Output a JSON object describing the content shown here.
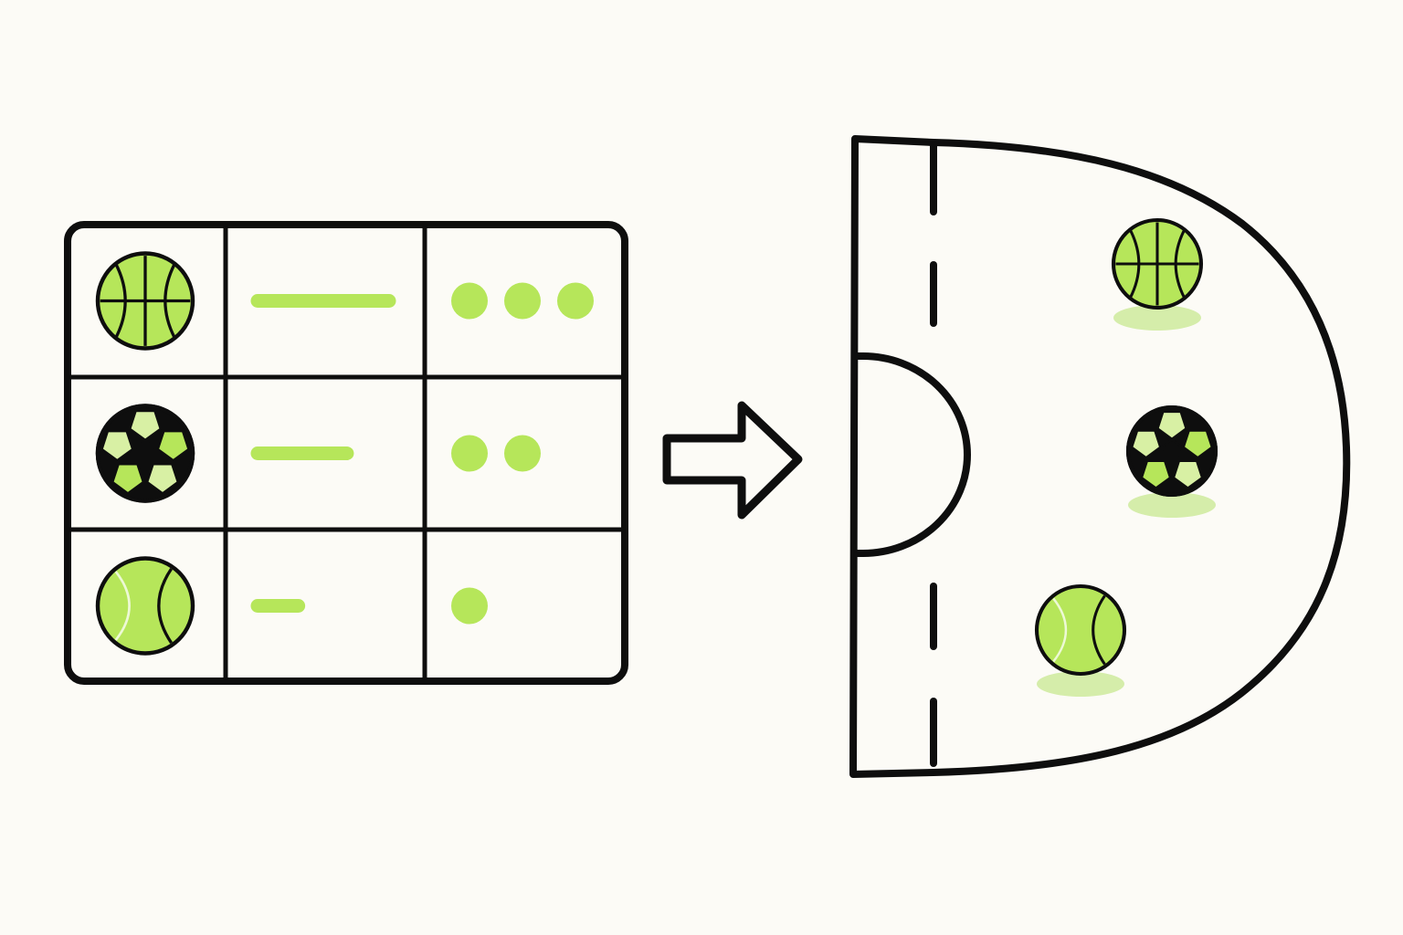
{
  "colors": {
    "background": "#FCFBF6",
    "ink": "#0E0E0E",
    "accent": "#B6E65A",
    "accent_light": "#D8F0A4",
    "shadow": "#D5EDAA"
  },
  "table": {
    "rows": [
      {
        "icon": "basketball-icon",
        "bar_fraction": 1.0,
        "dot_count": 3
      },
      {
        "icon": "soccer-ball-icon",
        "bar_fraction": 0.68,
        "dot_count": 2
      },
      {
        "icon": "tennis-ball-icon",
        "bar_fraction": 0.31,
        "dot_count": 1
      }
    ]
  },
  "arrow": {
    "icon": "right-arrow-icon",
    "direction": "right"
  },
  "court": {
    "icon": "half-court-icon",
    "balls": [
      "basketball-icon",
      "soccer-ball-icon",
      "tennis-ball-icon"
    ]
  }
}
